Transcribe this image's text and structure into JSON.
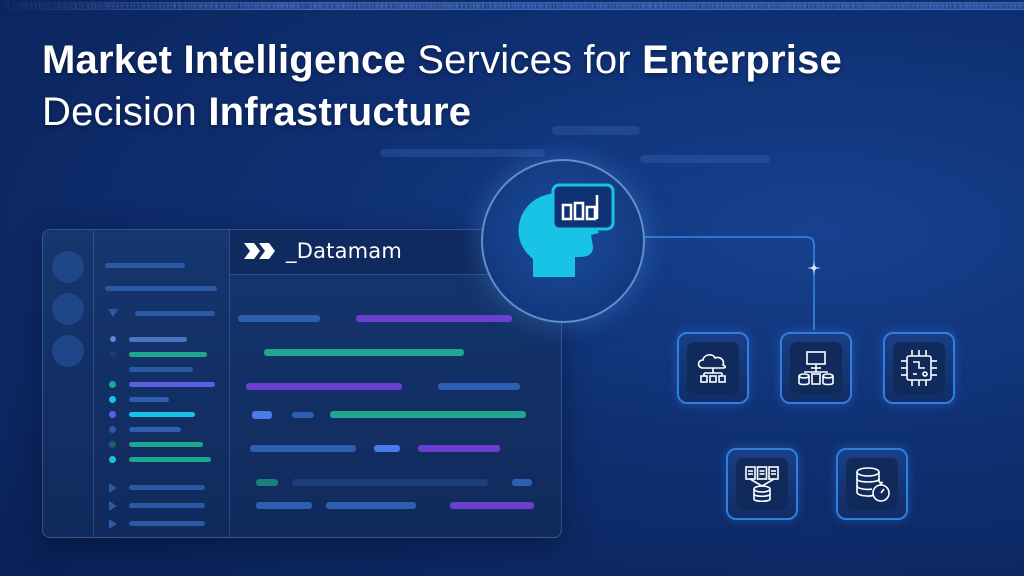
{
  "headline": {
    "part1_bold": "Market Intelligence",
    "part2": " Services for ",
    "part3_bold": "Enterprise",
    "part4": "Decision ",
    "part5_bold": "Infrastructure"
  },
  "dashboard": {
    "brand_name": "_Datamam"
  },
  "icons": {
    "head": "head-with-chart-bubble-icon",
    "tiles": [
      "cloud-network-icon",
      "computer-database-icon",
      "cpu-chip-icon",
      "documents-database-icon",
      "database-stopwatch-icon"
    ]
  },
  "colors": {
    "background": "#0f2f72",
    "accent_cyan": "#18c3e6",
    "tile_border": "#2f7fe0",
    "bar_blue": "#2f5fb0",
    "bar_purple": "#6a3fd0",
    "bar_teal": "#1fa68f"
  }
}
